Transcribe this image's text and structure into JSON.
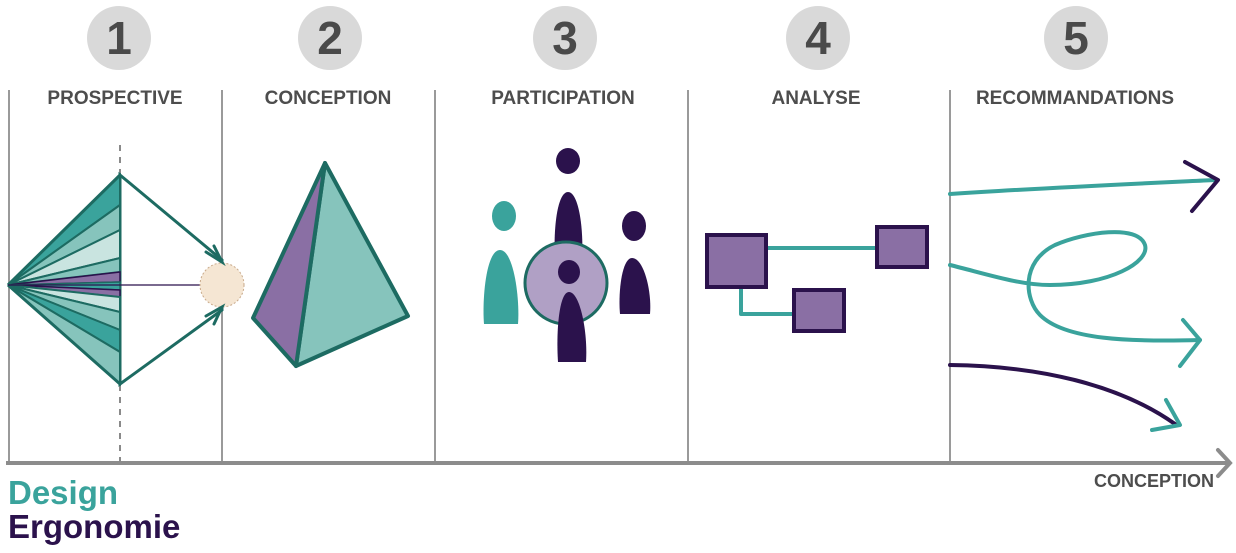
{
  "steps": [
    {
      "number": "1",
      "label": "PROSPECTIVE"
    },
    {
      "number": "2",
      "label": "CONCEPTION"
    },
    {
      "number": "3",
      "label": "PARTICIPATION"
    },
    {
      "number": "4",
      "label": "ANALYSE"
    },
    {
      "number": "5",
      "label": "RECOMMANDATIONS"
    }
  ],
  "axis": {
    "label": "CONCEPTION"
  },
  "legend": {
    "design": "Design",
    "ergonomie": "Ergonomie"
  },
  "colors": {
    "teal": "#3aa39c",
    "teal_light": "#86c4bc",
    "teal_pale": "#c9e4e0",
    "dark_teal": "#1d6b62",
    "purple": "#8a6fa4",
    "purple_light": "#b0a0c5",
    "dark_purple": "#2b124c",
    "number_circle": "#d9d9d9",
    "grey_text": "#4d4d4d",
    "divider": "#9a9a9a"
  }
}
